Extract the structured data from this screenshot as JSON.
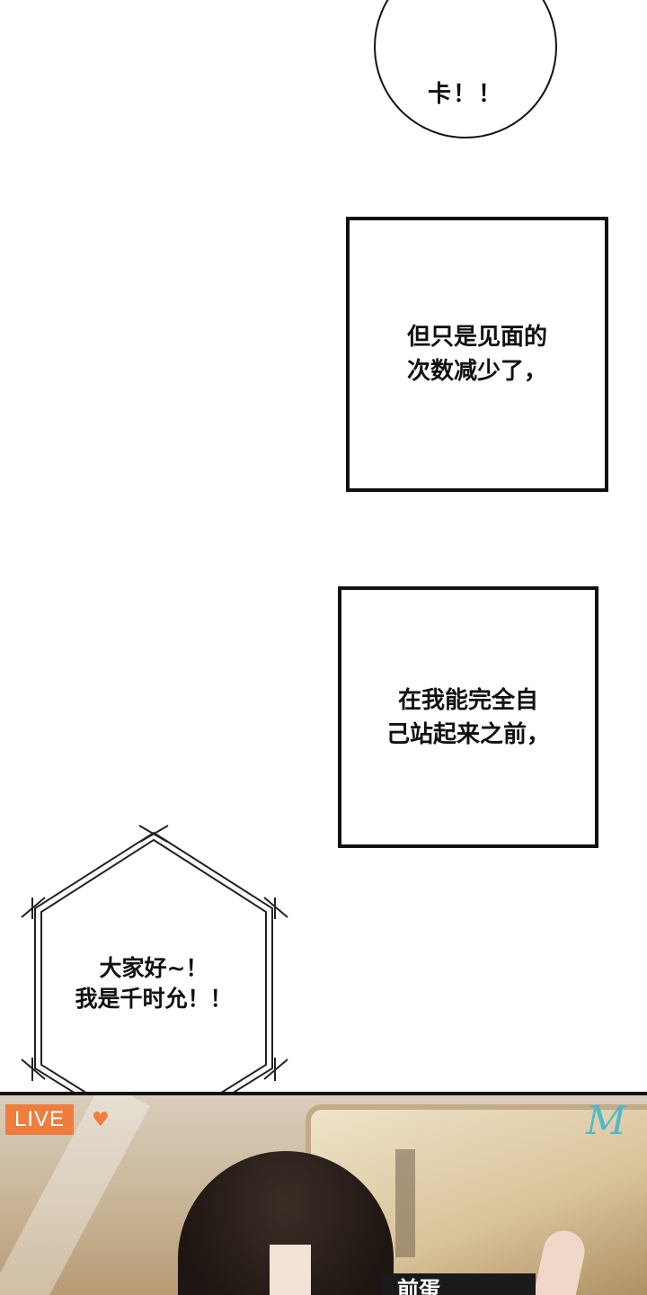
{
  "bubble": {
    "text": "卡！！"
  },
  "narration_1": {
    "text": "但只是见面的\n次数减少了，"
  },
  "narration_2": {
    "text": "在我能完全自\n己站起来之前，"
  },
  "hexagon": {
    "text": "大家好~！\n我是千时允！！"
  },
  "stream": {
    "live_label": "LIVE",
    "heart_icon": "heart-icon",
    "logo": "M",
    "caption": "前蛋"
  },
  "colors": {
    "live_badge": "#ef7d3d",
    "logo": "#4fb9c8"
  }
}
